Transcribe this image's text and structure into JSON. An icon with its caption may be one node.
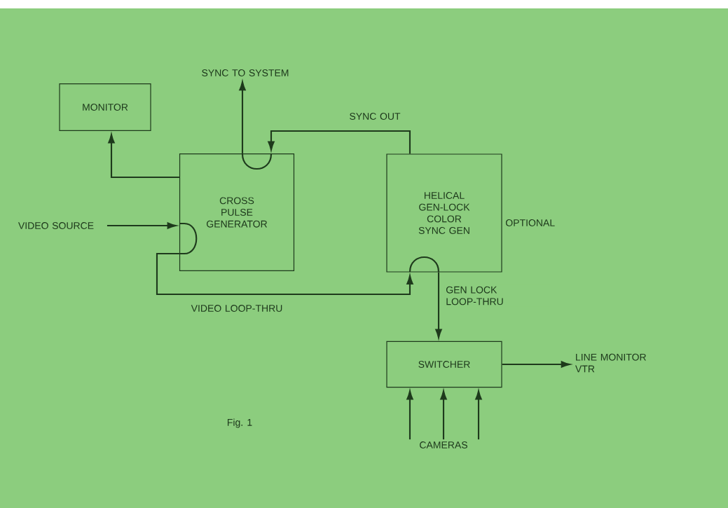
{
  "diagram": {
    "nodes": [
      {
        "text": [
          "MONITOR"
        ]
      },
      {
        "text": [
          "CROSS PULSE GENERATOR"
        ]
      },
      {
        "text": [
          "HELICAL GEN-LOCK COLOR SYNC GEN"
        ],
        "beside": [
          "OPTIONAL"
        ]
      },
      {
        "text": [
          "SWITCHER"
        ]
      },
      {
        "text": [
          "SYNC TO SYSTEM"
        ]
      },
      {
        "text": [
          "VIDEO SOURCE"
        ]
      },
      {
        "text": [
          "LINE MONITOR VTR"
        ]
      },
      {
        "text": [
          "CAMERAS"
        ]
      }
    ],
    "edges": [
      {
        "from": 1,
        "to": 0,
        "arrow": "to"
      },
      {
        "from": 2,
        "to": 1,
        "arrow": "to",
        "label": "SYNC OUT"
      },
      {
        "from": 1,
        "to": 4,
        "arrow": "to"
      },
      {
        "from": 5,
        "to": 1,
        "arrow": "to"
      },
      {
        "from": 1,
        "to": 2,
        "arrow": "to",
        "label": "VIDEO LOOP-THRU"
      },
      {
        "from": 2,
        "to": 3,
        "arrow": "to",
        "label": "GEN LOCK LOOP-THRU"
      },
      {
        "from": 3,
        "to": 6,
        "arrow": "to"
      },
      {
        "from": 7,
        "to": 3,
        "arrow": "to"
      },
      {
        "from": 7,
        "to": 3,
        "arrow": "to"
      },
      {
        "from": 7,
        "to": 3,
        "arrow": "to"
      }
    ],
    "labels": [
      "Fig. 1"
    ]
  }
}
